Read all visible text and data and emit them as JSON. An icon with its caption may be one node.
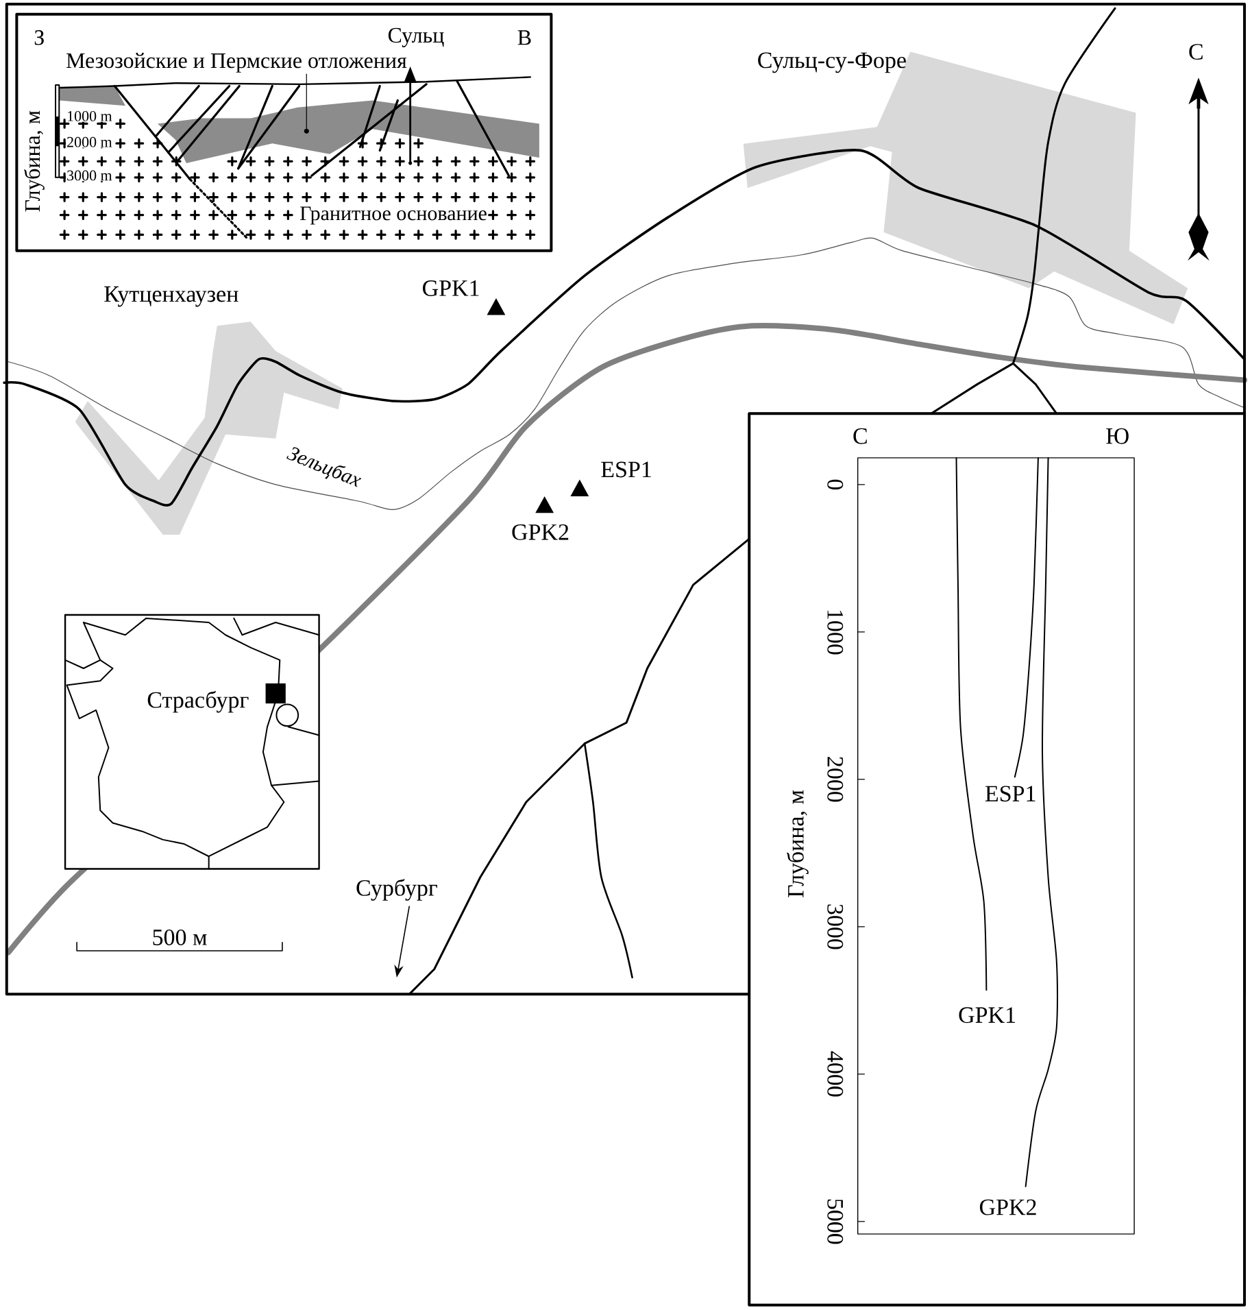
{
  "diagram": {
    "nodes": [
      {
        "text": [
          "Мезозойские и Пермские отложения"
        ]
      },
      {
        "text": [],
        "shape": "circle"
      }
    ],
    "edges": [
      {
        "from": 0,
        "to": 1,
        "arrow": "none"
      }
    ],
    "labels": [
      "З",
      "Сульц",
      "В",
      "Глубина, м",
      "1000 m",
      "2000 m",
      "3000 m",
      "Гранитное основание",
      "Сульц-су-Форе",
      "С",
      "Кутценхаузен",
      "GPK1",
      "Зельцбах",
      "ESP1",
      "GPK2",
      "С",
      "Ю",
      "0",
      "1000",
      "2000",
      "3000",
      "4000",
      "5000",
      "Глубина, м",
      "ESP1",
      "GPK1",
      "GPK2",
      "Страсбург",
      "Сурбург",
      "500 м"
    ]
  }
}
